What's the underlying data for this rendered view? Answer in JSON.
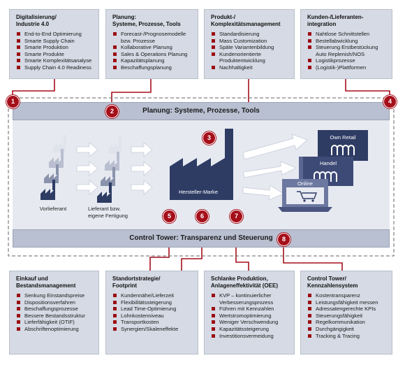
{
  "top_boxes": [
    {
      "title": "Digitalisierung/\nIndustrie 4.0",
      "items": [
        "End-to-End Optimierung",
        "Smarte Supply Chain",
        "Smarte Produktion",
        "Smarte Produkte",
        "Smarte Komplexitätsanalyse",
        "Supply Chain 4.0 Readiness"
      ]
    },
    {
      "title": "Planung:\nSysteme, Prozesse, Tools",
      "items": [
        "Forecast-/Prognosemodelle\nbzw. Prozesse",
        "Kollaborative Planung",
        "Sales & Operations Planung",
        "Kapazitätsplanung",
        "Beschaffungsplanung"
      ]
    },
    {
      "title": "Produkt-/\nKomplexitätsmanagement",
      "items": [
        "Standardisierung",
        "Mass Customization",
        "Späte Variantenbildung",
        "Kundenorientierte\nProduktentwicklung",
        "Nachhaltigkeit"
      ]
    },
    {
      "title": "Kunden-/Lieferanten-\nintegration",
      "items": [
        "Nahtlose Schnittstellen",
        "Bestellabwicklung",
        "Steuerung Erstbestückung\nAuto Replenish/NOS",
        "Logistikprozesse",
        "(Logistik-)Plattformen"
      ]
    }
  ],
  "bottom_boxes": [
    {
      "title": "Einkauf und\nBestandsmanagement",
      "items": [
        "Senkung Einstandspreise",
        "Dispositionsverfahren",
        "Beschaffungsprozesse",
        "Bessere Bestandsstruktur",
        "Lieferfähigkeit (OTIF)",
        "Abschriftenoptimierung"
      ]
    },
    {
      "title": "Standortstrategie/\nFootprint",
      "items": [
        "Kundennähe/Lieferzeit",
        "Flexibilitätssteigerung",
        "Lead Time-Optimierung",
        "Lohnkostenniveau",
        "Transportkosten",
        "Synergien/Skaleneffekte"
      ]
    },
    {
      "title": "Schlanke Produktion,\nAnlageneffektivität (OEE)",
      "items": [
        "KVP – kontinuierlicher\nVerbesserungsprozess",
        "Führen mit Kennzahlen",
        "Wertstromoptimierung",
        "Weniger Verschwendung",
        "Kapazitätssteigerung",
        "Investitionsvermeidung"
      ]
    },
    {
      "title": "Control Tower/\nKennzahlensystem",
      "items": [
        "Kostentransparenz",
        "Leistungsfähigkeit messen",
        "Adressatengerechte KPIs",
        "Steuerungsfähigkeit",
        "Regelkommunikation",
        "Durchgängigkeit",
        "Tracking & Tracing"
      ]
    }
  ],
  "planning_bar": "Planung: Systeme, Prozesse, Tools",
  "control_bar": "Control Tower: Transparenz und Steuerung",
  "badges": [
    "1",
    "2",
    "3",
    "4",
    "5",
    "6",
    "7",
    "8"
  ],
  "labels": {
    "vorlieferant": "Vorlieferant",
    "lieferant": "Lieferant bzw.\neigene Fertigung",
    "hersteller": "Hersteller-Marke",
    "own_retail": "Own Retail",
    "handel": "Handel",
    "online": "Online"
  },
  "colors": {
    "accent": "#a50f1a",
    "navy": "#2e3c64",
    "panel": "#d5dae4",
    "bar": "#b9c0d1"
  }
}
